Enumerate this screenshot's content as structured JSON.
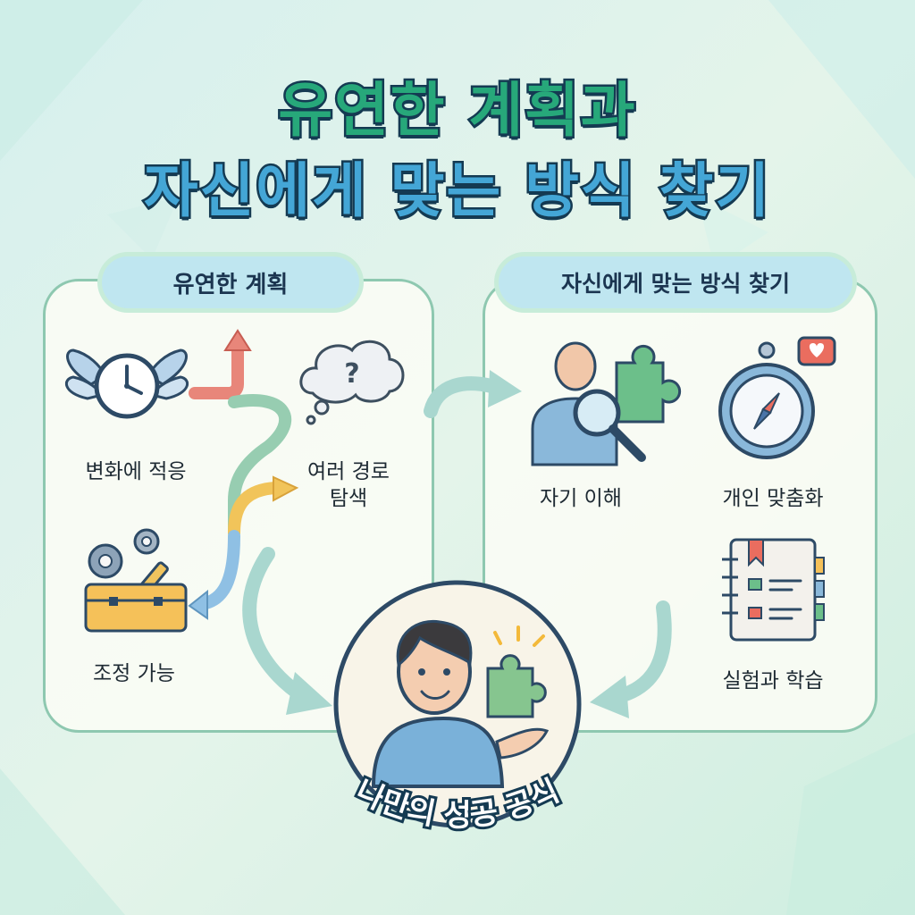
{
  "title": {
    "line1": "유연한 계획과",
    "line2": "자신에게 맞는 방식 찾기"
  },
  "left_panel": {
    "heading": "유연한 계획",
    "items": [
      {
        "label": "변화에 적응",
        "icon": "winged-clock-icon"
      },
      {
        "label": "여러 경로",
        "label2": "탐색",
        "icon": "thought-cloud-question-icon"
      },
      {
        "label": "조정 가능",
        "icon": "toolbox-gears-icon"
      }
    ]
  },
  "right_panel": {
    "heading": "자신에게 맞는 방식 찾기",
    "items": [
      {
        "label": "자기 이해",
        "icon": "person-magnifier-puzzle-icon"
      },
      {
        "label": "개인 맞춤화",
        "icon": "compass-heart-icon"
      },
      {
        "label": "실험과 학습",
        "icon": "notebook-checklist-icon"
      }
    ]
  },
  "center": {
    "label": "나만의 성공 공식",
    "icon": "person-holding-puzzle-icon"
  },
  "colors": {
    "green": "#27a87a",
    "blue": "#44a6d6",
    "navy": "#143a52",
    "panel_border": "#8ec8b0"
  }
}
